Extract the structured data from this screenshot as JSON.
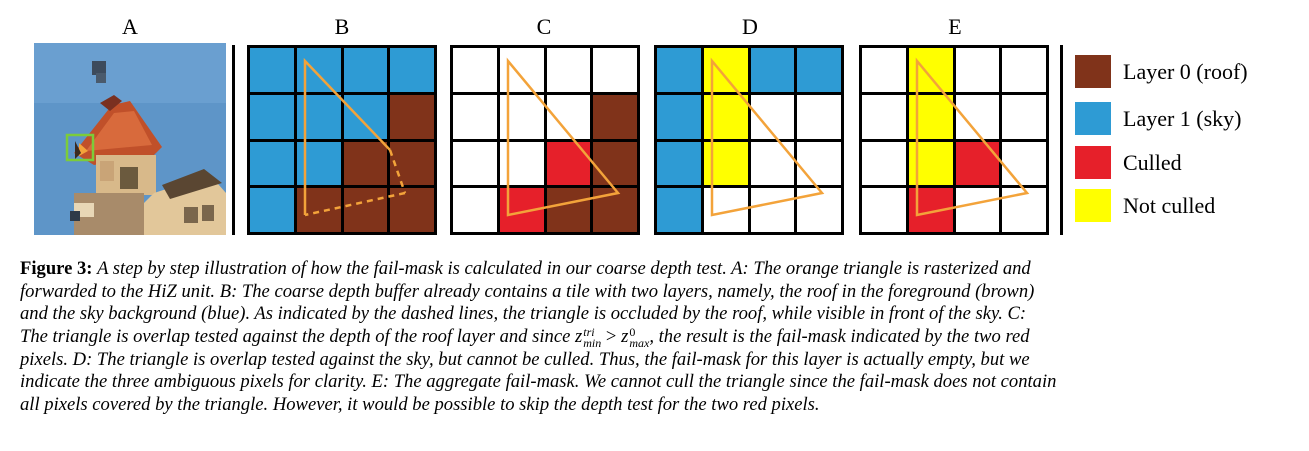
{
  "panels": {
    "a": {
      "label": "A"
    },
    "b": {
      "label": "B"
    },
    "c": {
      "label": "C"
    },
    "d": {
      "label": "D"
    },
    "e": {
      "label": "E"
    }
  },
  "colors": {
    "roof": "#80331a",
    "sky": "#2e9bd4",
    "culled": "#e6202a",
    "not_culled": "#ffff00",
    "empty": "#ffffff",
    "triangle": "#f3a33a",
    "thumbnail_box": "#7ccc3a"
  },
  "legend": [
    {
      "label": "Layer 0 (roof)",
      "color": "#80331a"
    },
    {
      "label": "Layer 1 (sky)",
      "color": "#2e9bd4"
    },
    {
      "label": "Culled",
      "color": "#e6202a"
    },
    {
      "label": "Not culled",
      "color": "#ffff00"
    }
  ],
  "grids": {
    "b": [
      [
        "sky",
        "sky",
        "sky",
        "sky"
      ],
      [
        "sky",
        "sky",
        "sky",
        "roof"
      ],
      [
        "sky",
        "sky",
        "roof",
        "roof"
      ],
      [
        "sky",
        "roof",
        "roof",
        "roof"
      ]
    ],
    "c": [
      [
        "empty",
        "empty",
        "empty",
        "empty"
      ],
      [
        "empty",
        "empty",
        "empty",
        "roof"
      ],
      [
        "empty",
        "empty",
        "culled",
        "roof"
      ],
      [
        "empty",
        "culled",
        "roof",
        "roof"
      ]
    ],
    "d": [
      [
        "sky",
        "not_culled",
        "sky",
        "sky"
      ],
      [
        "sky",
        "not_culled",
        "empty",
        "empty"
      ],
      [
        "sky",
        "not_culled",
        "empty",
        "empty"
      ],
      [
        "sky",
        "empty",
        "empty",
        "empty"
      ]
    ],
    "e": [
      [
        "empty",
        "not_culled",
        "empty",
        "empty"
      ],
      [
        "empty",
        "not_culled",
        "empty",
        "empty"
      ],
      [
        "empty",
        "not_culled",
        "culled",
        "empty"
      ],
      [
        "empty",
        "culled",
        "empty",
        "empty"
      ]
    ]
  },
  "caption": {
    "figure_label": "Figure 3:",
    "line1": "A step by step illustration of how the fail-mask is calculated in our coarse depth test. A: The orange triangle is rasterized and",
    "line2": "forwarded to the HiZ unit. B: The coarse depth buffer already contains a tile with two layers, namely, the roof in the foreground (brown)",
    "line3": "and the sky background (blue). As indicated by the dashed lines, the triangle is occluded by the roof, while visible in front of the sky. C:",
    "line4a": "The triangle is overlap tested against the depth of the roof layer and since",
    "math_z1": "z",
    "math_z1_sup": "tri",
    "math_z1_sub": "min",
    "math_gt": ">",
    "math_z2": "z",
    "math_z2_sup": "0",
    "math_z2_sub": "max",
    "line4b": ", the result is the fail-mask indicated by the two red",
    "line5": "pixels. D: The triangle is overlap tested against the sky, but cannot be culled. Thus, the fail-mask for this layer is actually empty, but we",
    "line6": "indicate the three ambiguous pixels for clarity. E: The aggregate fail-mask. We cannot cull the triangle since the fail-mask does not contain",
    "line7": "all pixels covered by the triangle. However, it would be possible to skip the depth test for the two red pixels."
  }
}
